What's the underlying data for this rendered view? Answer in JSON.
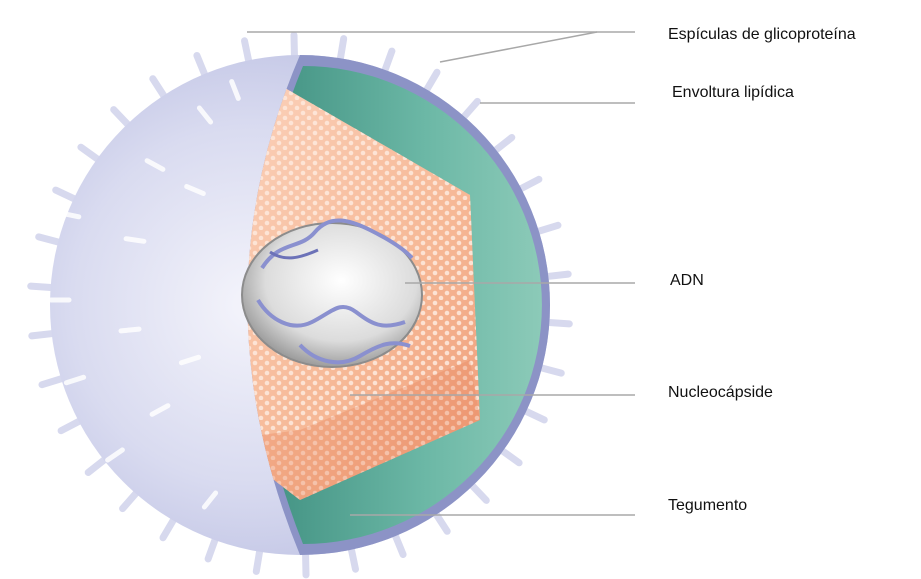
{
  "labels": [
    "Espículas de glicoproteína",
    "Envoltura lipídica",
    "ADN",
    "Nucleocápside",
    "Tegumento"
  ],
  "colors": {
    "envelope_outer": "#c9cbe8",
    "envelope_rim": "#8c93c6",
    "tegument": "#5fae9e",
    "capsid": "#f2a887",
    "capsid_light": "#fbd6c0",
    "core": "#e6e6e6",
    "dna": "#8c93d0",
    "leader": "#a8a8a8"
  }
}
